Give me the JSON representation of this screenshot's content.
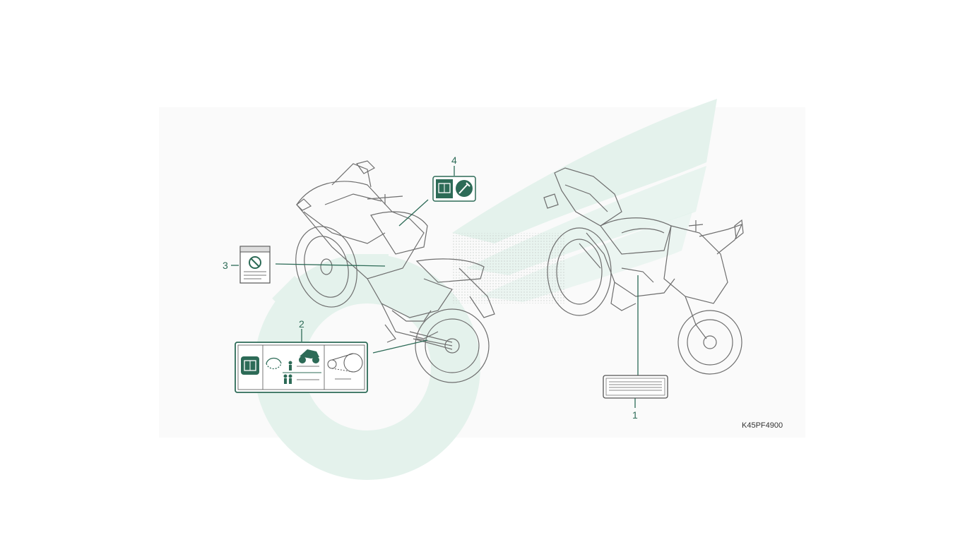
{
  "diagram": {
    "figure_code": "K45PF4900",
    "callouts": [
      {
        "id": "1",
        "label": "1"
      },
      {
        "id": "2",
        "label": "2"
      },
      {
        "id": "3",
        "label": "3"
      },
      {
        "id": "4",
        "label": "4"
      }
    ],
    "colors": {
      "line": "#2d6b57",
      "drawing": "#6e6e6e",
      "watermark": "#e3f1ec",
      "panel": "#fafafa"
    },
    "icons": [
      "book-icon",
      "wrench-icon",
      "no-entry-icon",
      "motorcycle-icon",
      "person-icon",
      "chain-icon"
    ]
  }
}
